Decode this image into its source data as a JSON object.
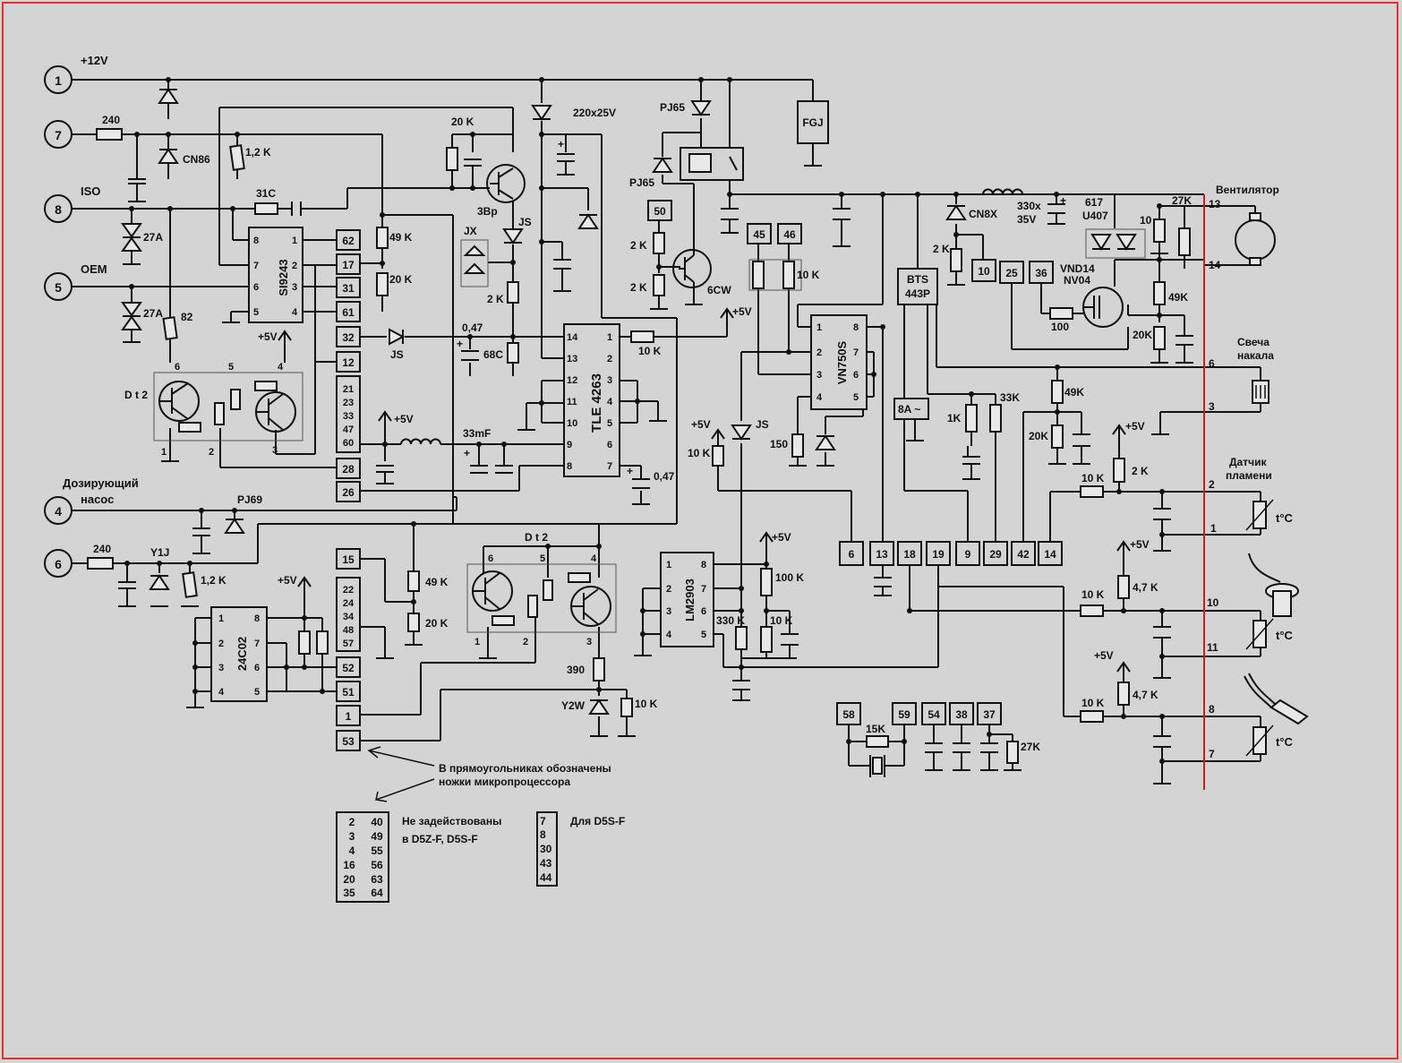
{
  "connectors": [
    {
      "id": "c1",
      "num": "1",
      "label": "+12V"
    },
    {
      "id": "c7",
      "num": "7",
      "label": ""
    },
    {
      "id": "c8",
      "num": "8",
      "label": "ISO"
    },
    {
      "id": "c5",
      "num": "5",
      "label": "OEM"
    },
    {
      "id": "c4",
      "num": "4",
      "label": "Дозирующий\nнасос"
    },
    {
      "id": "c6",
      "num": "6",
      "label": ""
    }
  ],
  "labels": {
    "vent": "Вентилятор",
    "svecha": "Свеча\nнакала",
    "datchik": "Датчик\nпламени",
    "note": "В прямоугольниках обозначены\nножки микропроцессора",
    "unused": "Не задействованы\nв D5Z-F, D5S-F",
    "d5sf": "Для D5S-F",
    "tc": "t°C",
    "plus5": "+5V",
    "plus12": "+12V"
  },
  "chips": {
    "si9243": "SI9243",
    "tle4263": "TLE 4263",
    "vn750s": "VN750S",
    "lm2903": "LM2903",
    "c24c02": "24C02",
    "bts443p": "BTS\n443P",
    "vnd14": "VND14\nNV04",
    "fgj": "FGJ",
    "u407": "617\nU407",
    "fuse": "8A"
  },
  "components": [
    "240",
    "CN86",
    "1,2 K",
    "20 K",
    "220x25V",
    "PJ65",
    "PJ65",
    "31C",
    "27A",
    "27A",
    "82",
    "3Bp",
    "JS",
    "JX",
    "49 K",
    "20 K",
    "2 K",
    "0,47",
    "68C",
    "JS",
    "10 K",
    "6CW",
    "2 K",
    "2 K",
    "+5V",
    "10 K",
    "150",
    "CN8X",
    "2 K",
    "330x",
    "35V",
    "27K",
    "10",
    "49K",
    "20K",
    "100",
    "1K",
    "33K",
    "49K",
    "20K",
    "8A",
    "33mF",
    "0,47",
    "PJ69",
    "Y1J",
    "1,2 K",
    "240",
    "49 K",
    "20 K",
    "D t 2",
    "D t 2",
    "390",
    "Y2W",
    "10 K",
    "100 K",
    "10 K",
    "330 K",
    "10 K",
    "JS",
    "10 K",
    "2 K",
    "10 K",
    "4,7 K",
    "10 K",
    "4,7 K",
    "15K",
    "27K"
  ],
  "pins": {
    "left_column": [
      "62",
      "17",
      "31",
      "61",
      "32",
      "12",
      "21\n23\n33\n47\n60",
      "28",
      "26",
      "15",
      "22\n24\n34\n48\n57",
      "52",
      "51",
      "1",
      "53"
    ],
    "mid": [
      "50",
      "45",
      "46",
      "10",
      "25",
      "36",
      "6",
      "13",
      "18",
      "19",
      "9",
      "29",
      "42",
      "14",
      "58",
      "59",
      "54",
      "38",
      "37"
    ]
  },
  "right_terminals": [
    "13",
    "14",
    "6",
    "3",
    "2",
    "1",
    "10",
    "11",
    "8",
    "7"
  ],
  "unused_table": {
    "col1": [
      "2",
      "3",
      "4",
      "16",
      "20",
      "35"
    ],
    "col2": [
      "40",
      "49",
      "55",
      "56",
      "63",
      "64"
    ]
  },
  "d5sf_list": [
    "7",
    "8",
    "30",
    "43",
    "44"
  ]
}
